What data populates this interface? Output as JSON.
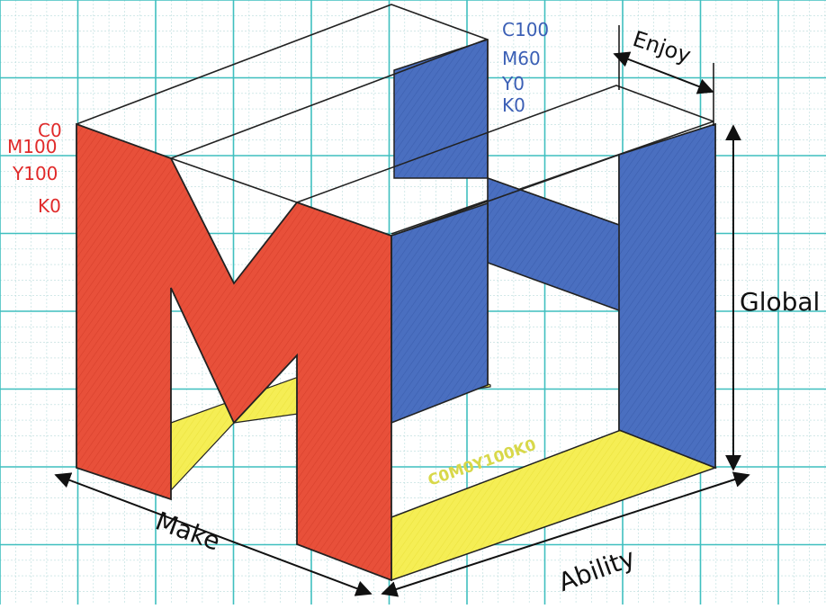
{
  "colors": {
    "red": "#e8503a",
    "blue": "#4a6fc0",
    "yellow": "#f5ee55",
    "grid_major": "#3fbfbf",
    "grid_minor": "#b9dcdc",
    "outline": "#222222",
    "cmyk_red_text": "#e02a2a",
    "cmyk_blue_text": "#3b5fb5",
    "cmyk_yellow_text": "#d8d84a"
  },
  "labels": {
    "make": "Make",
    "ability": "Ability",
    "global": "Global",
    "enjoy": "Enjoy"
  },
  "cmyk_red": [
    "C0",
    "M100",
    "Y100",
    "K0"
  ],
  "cmyk_blue": [
    "C100",
    "M60",
    "Y0",
    "K0"
  ],
  "cmyk_yellow": "C0M0Y100K0"
}
